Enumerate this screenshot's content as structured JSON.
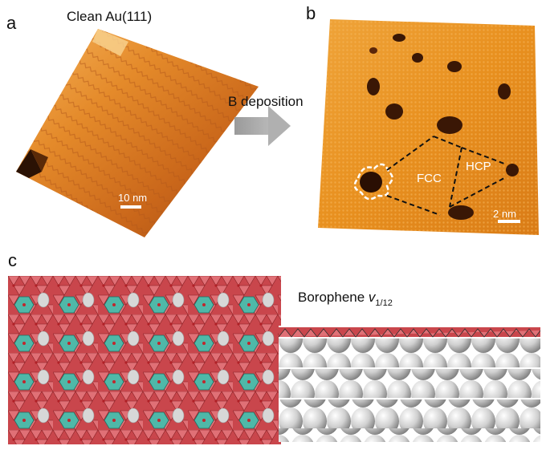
{
  "panels": {
    "a": {
      "letter": "a",
      "title": "Clean Au(111)",
      "scale": "10 nm"
    },
    "arrow": {
      "label": "B deposition"
    },
    "b": {
      "letter": "b",
      "fcc": "FCC",
      "hcp": "HCP",
      "scale": "2 nm"
    },
    "c": {
      "letter": "c",
      "title_main": "Borophene ",
      "title_var": "v",
      "title_sub": "1/12"
    }
  },
  "colors": {
    "stm_orange": "#e88a1f",
    "stm_dark": "#3a1705",
    "boron_red": "#d94b50",
    "hex_teal": "#4fb8a8",
    "gold_atom": "#bfbfbf"
  }
}
